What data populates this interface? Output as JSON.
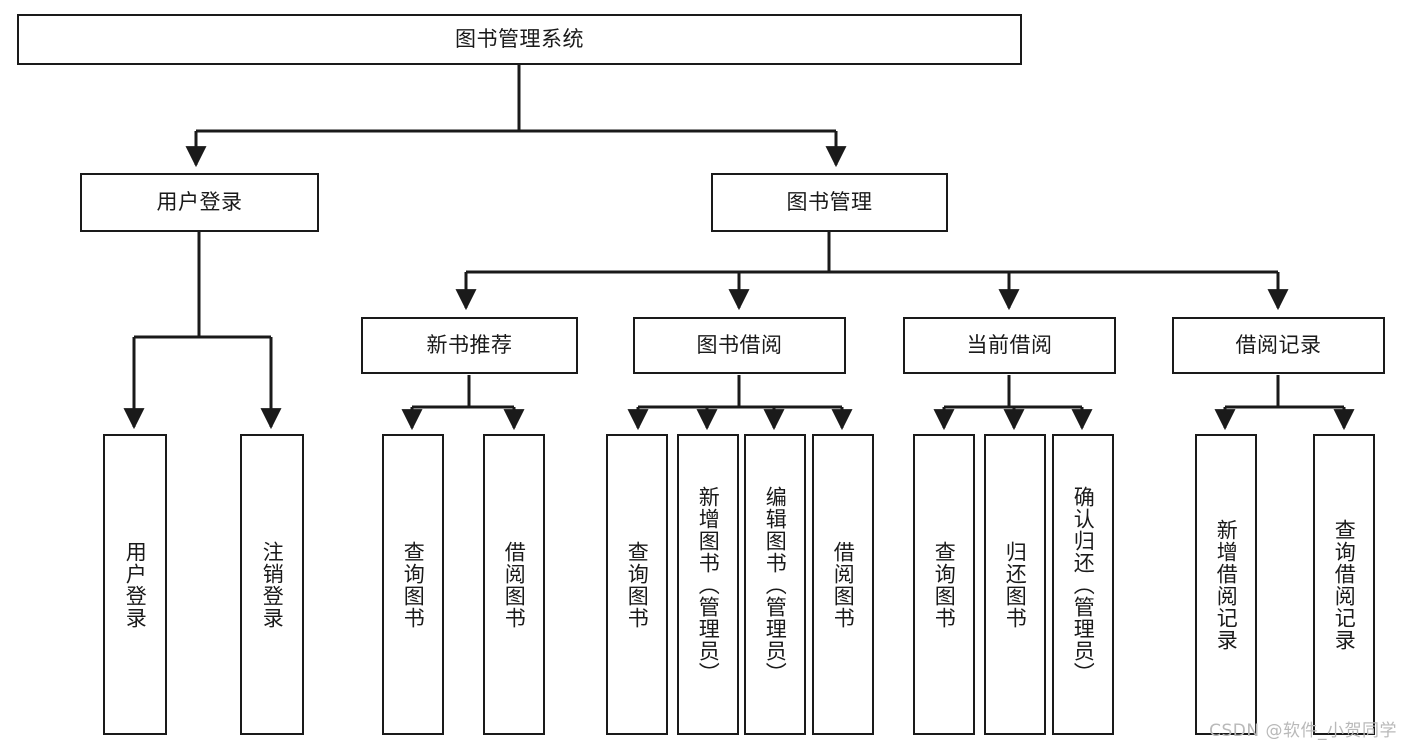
{
  "diagram": {
    "type": "tree",
    "title": "图书管理系统",
    "orientation": "top-down",
    "colors": {
      "stroke": "#1a1a1a",
      "fill": "#ffffff",
      "background": "#ffffff",
      "watermark": "#b9b9b9"
    },
    "root": {
      "label": "图书管理系统"
    },
    "level2": [
      {
        "label": "用户登录"
      },
      {
        "label": "图书管理"
      }
    ],
    "level3": [
      {
        "label": "新书推荐"
      },
      {
        "label": "图书借阅"
      },
      {
        "label": "当前借阅"
      },
      {
        "label": "借阅记录"
      }
    ],
    "leaves": {
      "user_login": [
        {
          "label": "用户登录"
        },
        {
          "label": "注销登录"
        }
      ],
      "new_book_recommend": [
        {
          "label": "查询图书"
        },
        {
          "label": "借阅图书"
        }
      ],
      "book_borrow": [
        {
          "label": "查询图书"
        },
        {
          "label": "新增图书（管理员）"
        },
        {
          "label": "编辑图书（管理员）"
        },
        {
          "label": "借阅图书"
        }
      ],
      "current_borrow": [
        {
          "label": "查询图书"
        },
        {
          "label": "归还图书"
        },
        {
          "label": "确认归还（管理员）"
        }
      ],
      "borrow_record": [
        {
          "label": "新增借阅记录"
        },
        {
          "label": "查询借阅记录"
        }
      ]
    },
    "watermark": "CSDN @软件_小贺同学"
  }
}
